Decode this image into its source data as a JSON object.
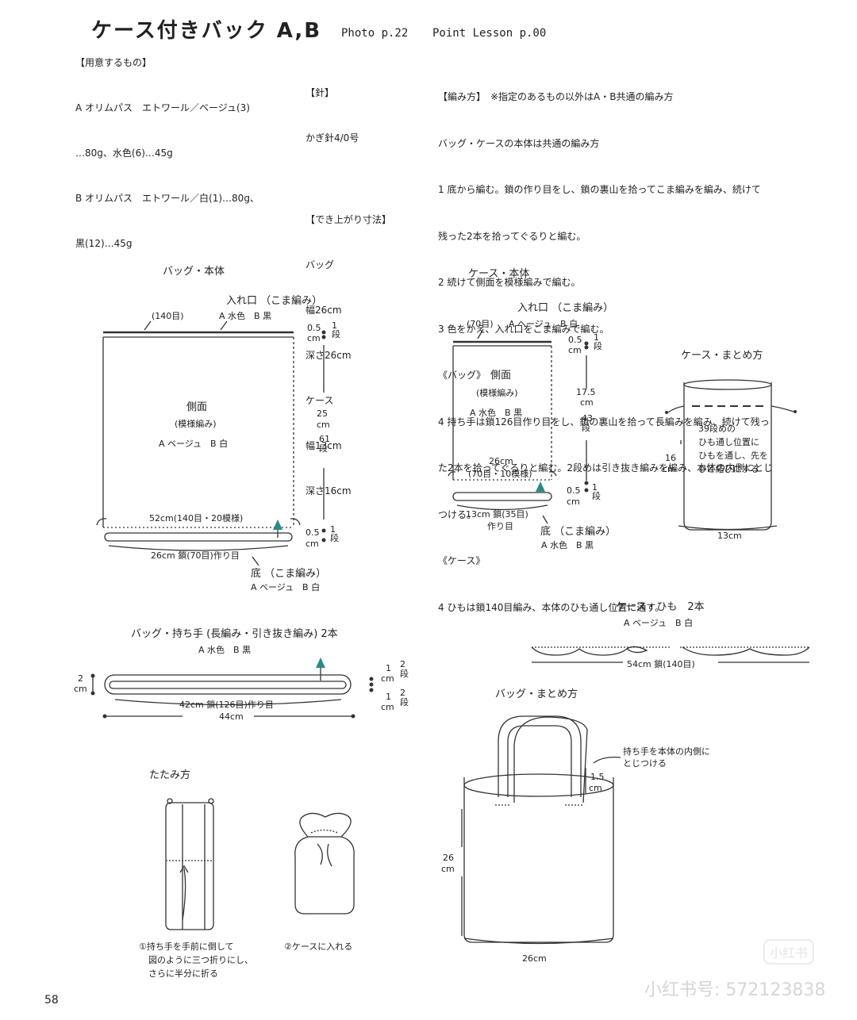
{
  "header": {
    "title": "ケース付きバック A,B",
    "photo_ref": "Photo p.22",
    "lesson_ref": "Point Lesson p.00"
  },
  "materials": {
    "heading": "【用意するもの】",
    "lines": [
      "A オリムパス　エトワール／ベージュ(3)",
      "…80g、水色(6)…45g",
      "B オリムパス　エトワール／白(1)…80g、",
      "黒(12)…45g"
    ]
  },
  "needle": {
    "heading": "【針】",
    "value": "かぎ針4/0号",
    "size_heading": "【でき上がり寸法】",
    "sizes": [
      "バッグ",
      "幅26cm",
      "深さ26cm",
      "ケース",
      "幅13cm",
      "深さ16cm"
    ]
  },
  "method": {
    "lines": [
      "【編み方】　※指定のあるもの以外はA・B共通の編み方",
      "バッグ・ケースの本体は共通の編み方",
      "1 底から編む。鎖の作り目をし、鎖の裏山を拾ってこま編みを編み、続けて",
      "残った2本を拾ってぐるりと編む。",
      "2 続けて側面を模様編みで編む。",
      "3 色をかえ、入れ口をこま編みで編む。",
      "《バッグ》",
      "4 持ち手は鎖126目作り目をし、鎖の裏山を拾って長編みを編み、続けて残っ",
      "た2本を拾ってぐるりと編む。2段めは引き抜き編みを編み、本体の内側にとじ",
      "つける。",
      "《ケース》",
      "4 ひもは鎖140目編み、本体のひも通し位置に通す。"
    ]
  },
  "bag_body": {
    "title": "バッグ・本体",
    "opening": "入れ口 （こま編み）",
    "opening_count": "(140目)",
    "opening_color": "A 水色　B 黒",
    "side": "側面",
    "pattern": "(模様編み)",
    "side_color": "A ベージュ　B 白",
    "width": "52cm(140目・20模様)",
    "chain": "26cm 鎖(70目)作り目",
    "bottom": "底 （こま編み）",
    "bottom_color": "A ベージュ　B 白",
    "top_h": "0.5",
    "top_rows": "1段",
    "side_h": "25",
    "side_rows": "61段",
    "bottom_h": "0.5",
    "bottom_rows": "1段",
    "unit": "cm"
  },
  "case_body": {
    "title": "ケース・本体",
    "opening": "入れ口 （こま編み）",
    "opening_count": "(70目)",
    "opening_color": "A ヘージュ　B 白",
    "side": "側面",
    "pattern": "(模様編み)",
    "side_color": "A 水色　B 黒",
    "width": "26cm",
    "width_sub": "(70目・10模様)",
    "chain": "13cm 鎖(35目)",
    "chain_sub": "作り目",
    "bottom": "底 （こま編み）",
    "bottom_color": "A 水色　B 黒",
    "top_h": "0.5",
    "top_rows": "1段",
    "side_h": "17.5",
    "side_rows": "43段",
    "bottom_h": "0.5",
    "bottom_rows": "1段",
    "unit": "cm"
  },
  "case_finish": {
    "title": "ケース・まとめ方",
    "note_lines": [
      "39段めの",
      "ひも通し位置に",
      "ひもを通し、先を",
      "ひと結びにする"
    ],
    "height": "16",
    "width": "13cm",
    "unit": "cm"
  },
  "case_string": {
    "title": "ケース・ひも　2本",
    "color": "A ベージュ　B 白",
    "length": "54cm 鎖(140目)"
  },
  "handle": {
    "title": "バッグ・持ち手 (長編み・引き抜き編み) 2本",
    "color": "A 水色　B 黒",
    "h": "2",
    "chain": "42cm 鎖(126目)作り目",
    "length": "44cm",
    "r1": "1",
    "r1_rows": "2段",
    "r2": "1",
    "r2_rows": "2段",
    "unit": "cm"
  },
  "fold": {
    "title": "たたみ方",
    "step1": [
      "①持ち手を手前に倒して",
      "図のように三つ折りにし、",
      "さらに半分に折る"
    ],
    "step2": "②ケースに入れる"
  },
  "bag_finish": {
    "title": "バッグ・まとめ方",
    "note": [
      "持ち手を本体の内側に",
      "とじつける"
    ],
    "handle_h": "1.5",
    "height": "26",
    "width": "26cm",
    "unit": "cm"
  },
  "page_number": "58",
  "watermark": "小红书号: 572123838",
  "badge": "小红书"
}
